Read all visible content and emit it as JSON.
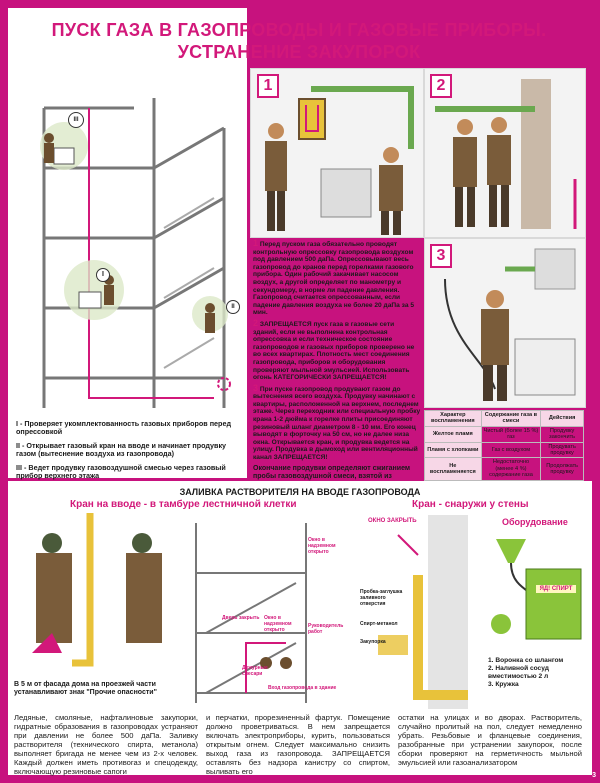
{
  "title": {
    "line1": "ПУСК ГАЗА В ГАЗОПРОВОДЫ И ГАЗОВЫЕ ПРИБОРЫ.",
    "line2": "УСТРАНЕНИЕ ЗАКУПОРОК"
  },
  "left_panel": {
    "markers": [
      "III",
      "I",
      "II"
    ],
    "legend": [
      "I - Проверяет укомплектованность газовых приборов перед опрессовкой",
      "II - Открывает газовый кран на вводе и начинает продувку газом (вытеснение воздуха из газопровода)",
      "III - Ведет продувку газовоздушной смесью через газовый прибор верхнего этажа"
    ]
  },
  "steps": {
    "n1": "1",
    "n2": "2",
    "n3": "3",
    "t1": "Перед пуском газа обязательно проводят контрольную опрессовку газопровода воздухом под давлением 500 даПа. Опрессовывают весь газопровод до кранов перед горелками газового прибора. Один рабочий закачивает насосом воздух, а другой определяет по манометру и секундомеру, в норме ли падение давления. Газопровод считается опрессованным, если падение давления воздуха не более 20 даПа за 5 мин.",
    "t2": "ЗАПРЕЩАЕТСЯ пуск газа в газовые сети зданий, если не выполнена контрольная опрессовка и если техническое состояние газопроводов и газовых приборов проверено не во всех квартирах. Плотность мест соединения газопровода, приборов и оборудования проверяют мыльной эмульсией. Использовать огонь КАТЕГОРИЧЕСКИ ЗАПРЕЩАЕТСЯ!",
    "t3": "При пуске газопровод продувают газом до вытеснения всего воздуха. Продувку начинают с квартиры, расположенной на верхнем, последнем этаже. Через переходник или специальную пробку крана 1-2 дюйма к горелке плиты присоединяют резиновый шланг диаметром 8 - 10 мм. Его конец выводят в форточку на 50 см, но не далее низа окна. Открывается кран, и продувка ведется на улицу. Продувка в дымоход или вентиляционный канал ЗАПРЕЩАЕТСЯ!",
    "t4": "Окончание продувки определяют сжиганием пробы газовоздушной смеси, взятой из газопровода. Объемная доля кислорода в пробе не должна превышать 1%. Об этом судят по характеру воспламенения пузырьков на поверхности мыльной эмульсии. Поджигать пузырьки разрешается только на лестничной клетке, но не в квартире."
  },
  "table": {
    "headers": [
      "Характер воспламенения",
      "Содержание газа в смеси",
      "Действия"
    ],
    "rows": [
      [
        "Желтое пламя",
        "Чистый (более 15 %) газ",
        "Продувку закончить"
      ],
      [
        "Пламя с хлопками",
        "Газ с воздухом",
        "Продувать продувку"
      ],
      [
        "Не воспламеняется",
        "Недостаточно (менее 4 %) содержание газа",
        "Продолжать продувку"
      ]
    ]
  },
  "bottom": {
    "header": "ЗАЛИВКА РАСТВОРИТЕЛЯ НА ВВОДЕ ГАЗОПРОВОДА",
    "sub_left": "Кран на вводе - в тамбуре лестничной клетки",
    "sub_right": "Кран - снаружи у стены",
    "caption_left": "В 5 м от фасада дома на проезжей части устанавливают знак \"Прочие опасности\"",
    "labels": {
      "window": "Окно в надземном открыто",
      "close": "Дверь закрыть",
      "open": "Окно в надземном открыто",
      "leader": "Руководитель работ",
      "duty": "Дежурные слесари",
      "entrance": "Вход газопровода в здание",
      "close_window": "ОКНО ЗАКРЫТЬ",
      "plug": "Пробка-заглушка заливного отверстия",
      "spirit": "Спирт-метанол",
      "clog": "Закупорка"
    },
    "equipment_title": "Оборудование",
    "equipment": [
      "1. Воронка со шлангом",
      "2. Наливной сосуд вместимостью 2 л",
      "3. Кружка"
    ],
    "warning": "ЯД! СПИРТ",
    "paragraphs": [
      "Ледяные, смоляные, нафталиновые закупорки, гидратные образования в газопроводах устраняют при давлении не более 500 даПа. Заливку растворителя (технического спирта, метанола) выполняет бригада не менее чем из 2-х человек. Каждый должен иметь противогаз и спецодежду, включающую резиновые сапоги",
      "и перчатки, прорезиненный фартук. Помещение должно проветриваться. В нем запрещается включать электроприборы, курить, пользоваться открытым огнем. Следует максимально снизить выход газа из газопровода. ЗАПРЕЩАЕТСЯ оставлять без надзора канистру со спиртом, выливать его",
      "остатки на улицах и во дворах. Растворитель, случайно пролитый на пол, следует немедленно убрать. Резьбовые и фланцевые соединения, разобранные при устранении закупорок, после сборки проверяют на герметичность мыльной эмульсией или газоанализатором"
    ]
  },
  "page_number": "3",
  "colors": {
    "accent": "#d2187a",
    "frame": "#c7127e",
    "pipe": "#e8c23a",
    "worker": "#6b4e2e"
  }
}
